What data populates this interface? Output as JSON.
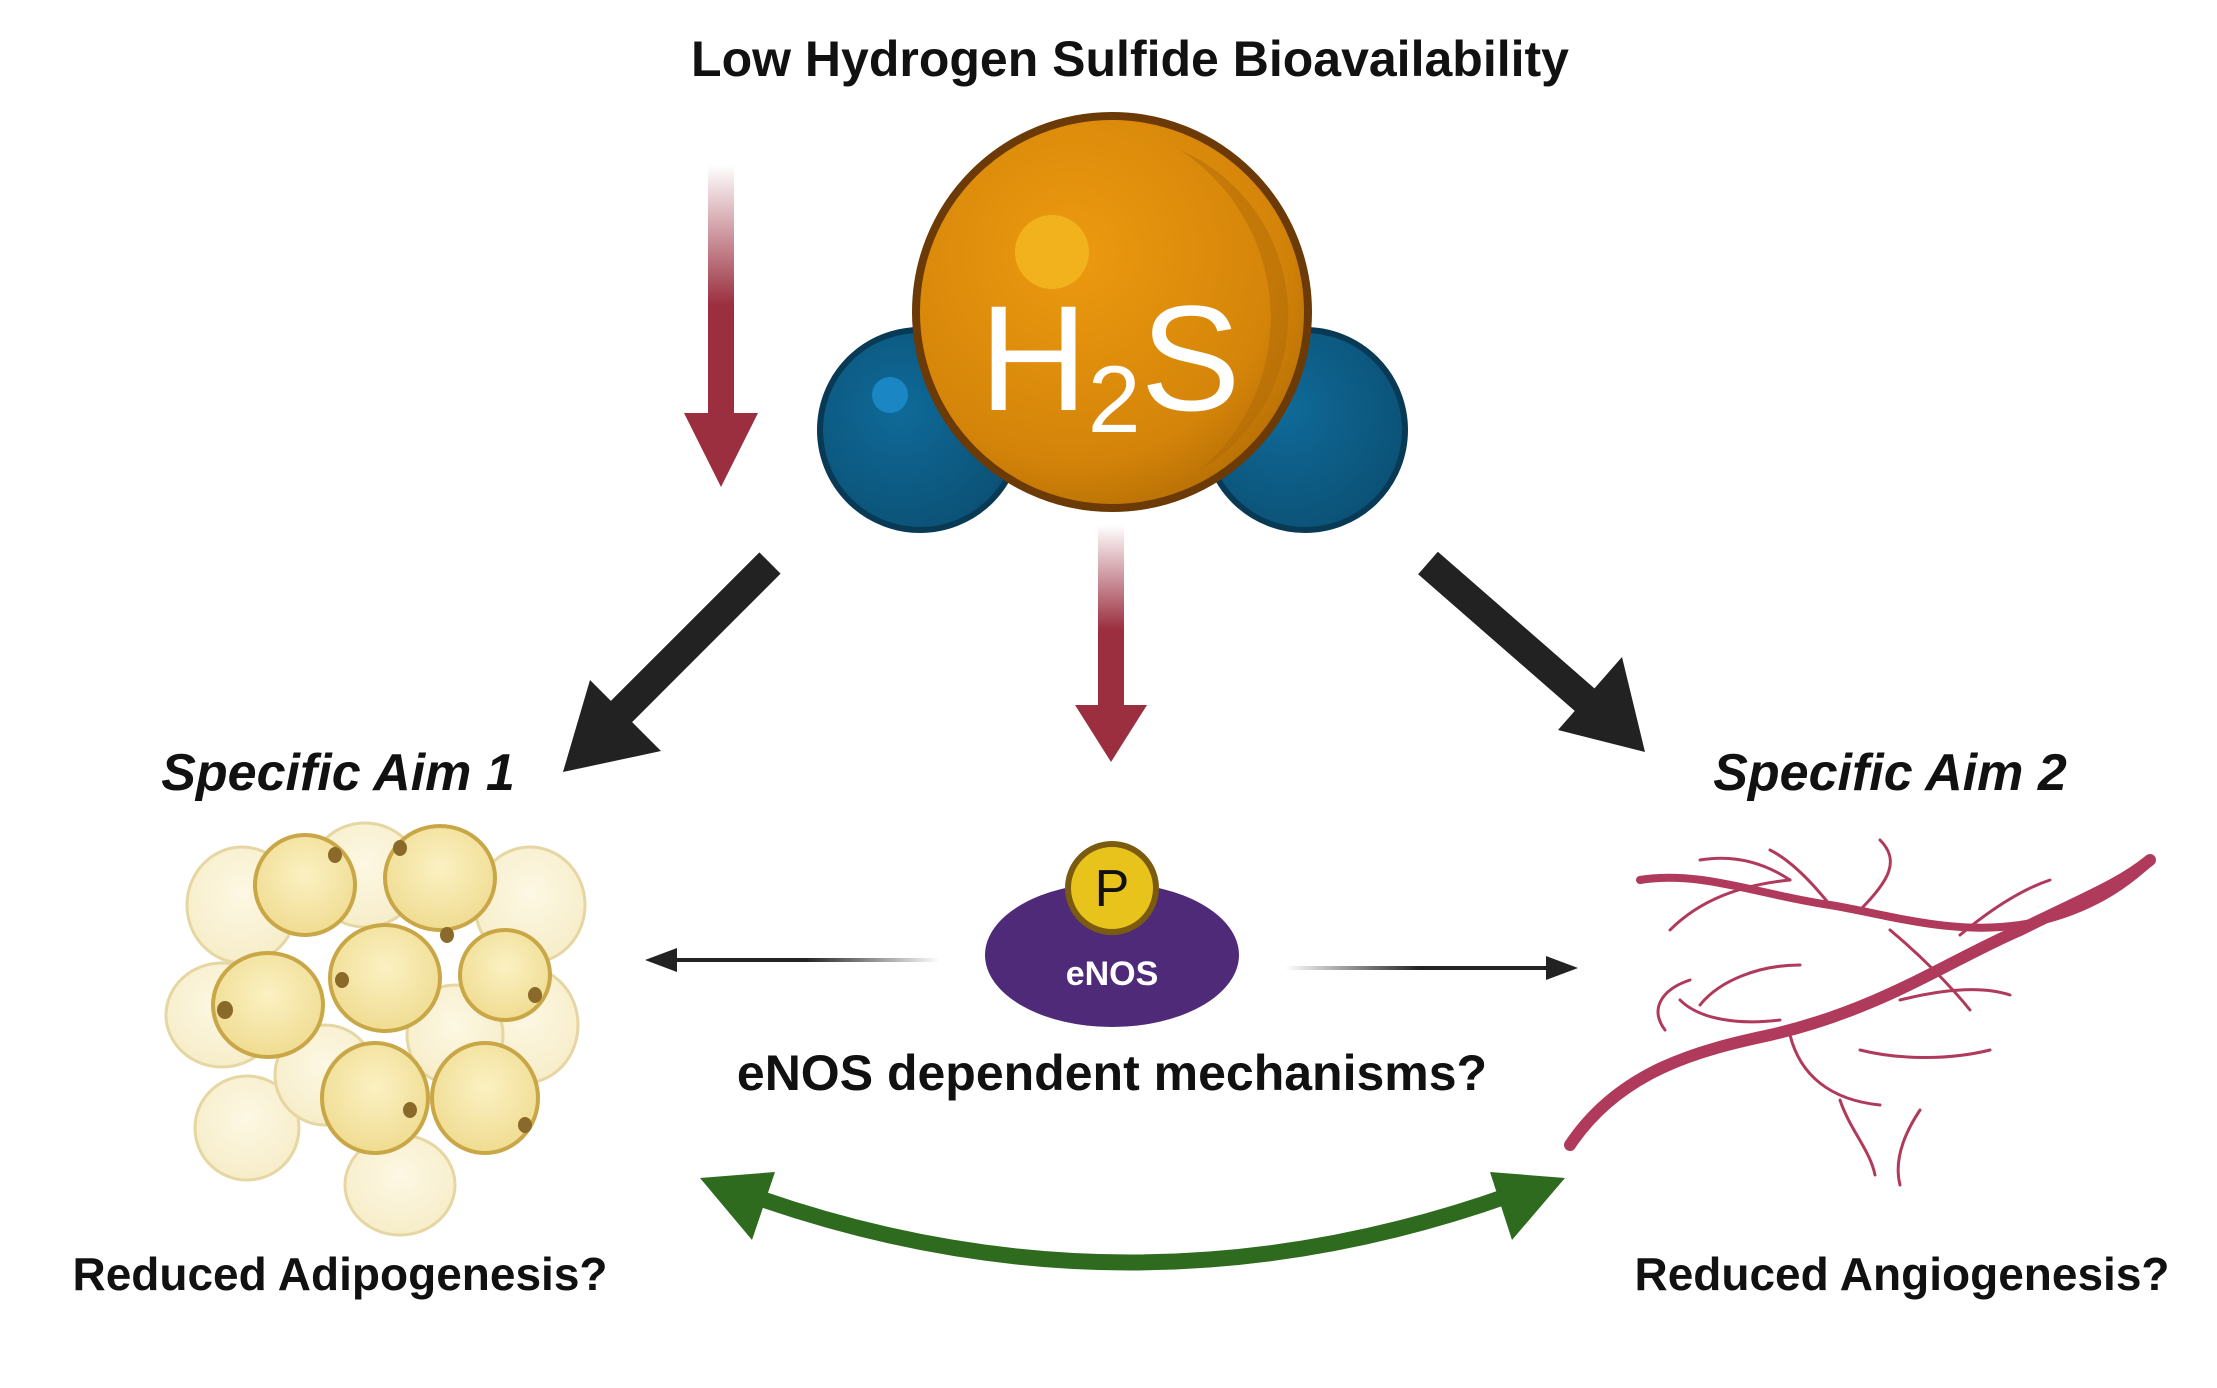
{
  "title": "Low Hydrogen Sulfide Bioavailability",
  "molecule": {
    "main": "H",
    "subscript": "2",
    "tail": "S"
  },
  "aim1": {
    "heading": "Specific Aim 1",
    "outcome": "Reduced Adipogenesis?"
  },
  "aim2": {
    "heading": "Specific Aim 2",
    "outcome": "Reduced Angiogenesis?"
  },
  "enos": {
    "badge": "P",
    "label": "eNOS",
    "caption": "eNOS dependent mechanisms?"
  },
  "colors": {
    "red_arrow": "#9b2f3f",
    "black_arrow": "#222222",
    "green_arrow": "#2f6b1f",
    "sulfur": "#d98a0b",
    "hydrogen": "#0d5f8a",
    "enos": "#4f2a78",
    "phosphate": "#e8c31c",
    "vessel": "#b03a5b",
    "fat_cell": "#f7e7a6"
  },
  "icons": [
    "h2s-molecule-icon",
    "fat-cells-icon",
    "blood-vessels-icon",
    "enos-protein-icon",
    "phosphate-icon"
  ]
}
